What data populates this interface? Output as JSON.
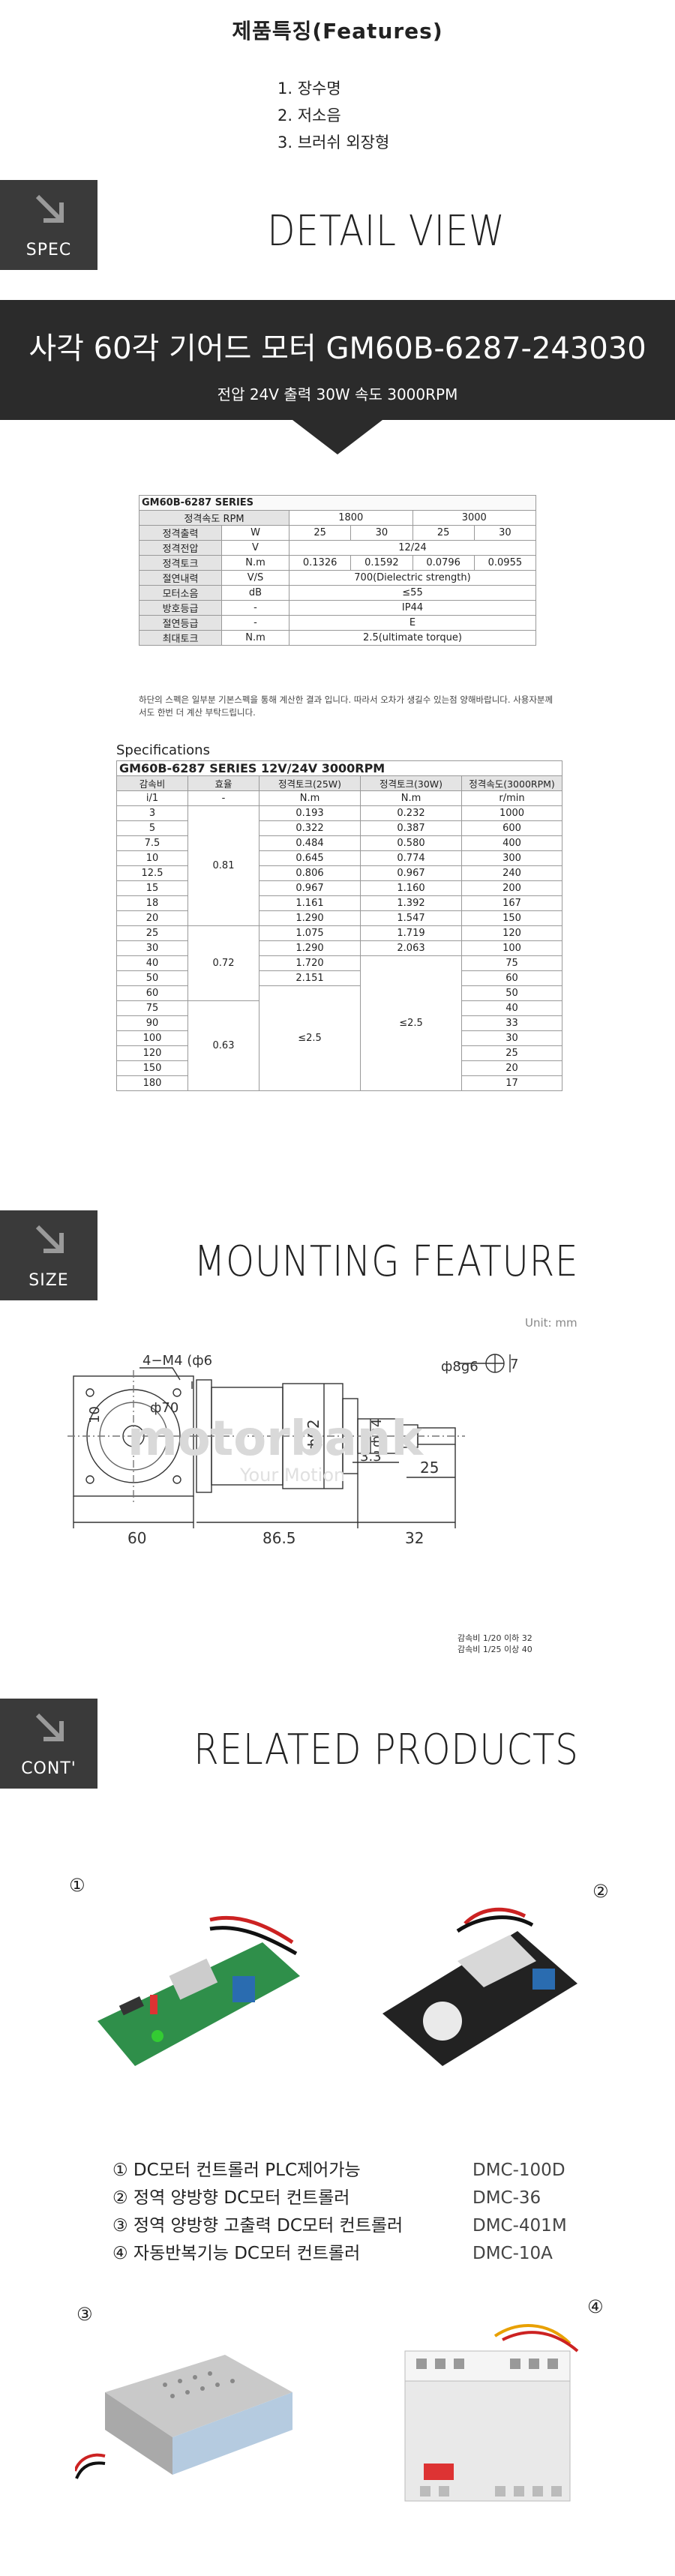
{
  "features": {
    "title": "제품특징(Features)",
    "items": [
      "1. 장수명",
      "2. 저소음",
      "3. 브러쉬 외장형"
    ]
  },
  "sections": {
    "spec": {
      "tab": "SPEC",
      "title": "DETAIL VIEW"
    },
    "size": {
      "tab": "SIZE",
      "title": "MOUNTING FEATURE"
    },
    "cont": {
      "tab": "CONT'",
      "title": "RELATED PRODUCTS"
    }
  },
  "banner": {
    "title": "사각 60각 기어드 모터 GM60B-6287-243030",
    "subtitle": "전압 24V  출력 30W  속도 3000RPM"
  },
  "spec_table": {
    "series": "GM60B-6287 SERIES",
    "rated_speed_label": "정격속도 RPM",
    "speed_groups": [
      "1800",
      "3000"
    ],
    "rows": [
      {
        "label": "정격출력",
        "unit": "W",
        "values": [
          "25",
          "30",
          "25",
          "30"
        ]
      },
      {
        "label": "정격전압",
        "unit": "V",
        "span": "12/24"
      },
      {
        "label": "정격토크",
        "unit": "N.m",
        "values": [
          "0.1326",
          "0.1592",
          "0.0796",
          "0.0955"
        ]
      },
      {
        "label": "절연내력",
        "unit": "V/S",
        "span": "700(Dielectric strength)"
      },
      {
        "label": "모터소음",
        "unit": "dB",
        "span": "≤55"
      },
      {
        "label": "방호등급",
        "unit": "-",
        "span": "IP44"
      },
      {
        "label": "절연등급",
        "unit": "-",
        "span": "E"
      },
      {
        "label": "최대토크",
        "unit": "N.m",
        "span": "2.5(ultimate torque)"
      }
    ],
    "note": "하단의 스펙은 일부분 기본스펙을 통해 계산한 결과 입니다. 따라서 오차가 생길수 있는점 양해바랍니다. 사용자분께서도 한번 더 계산 부탁드립니다."
  },
  "spec_table2": {
    "heading": "Specifications",
    "series": "GM60B-6287 SERIES 12V/24V 3000RPM",
    "headers": [
      "감속비",
      "효율",
      "정격토크(25W)",
      "정격토크(30W)",
      "정격속도(3000RPM)"
    ],
    "units": [
      "i/1",
      "-",
      "N.m",
      "N.m",
      "r/min"
    ],
    "ratios": [
      "3",
      "5",
      "7.5",
      "10",
      "12.5",
      "15",
      "18",
      "20",
      "25",
      "30",
      "40",
      "50",
      "60",
      "75",
      "90",
      "100",
      "120",
      "150",
      "180"
    ],
    "efficiency_groups": [
      {
        "value": "0.81",
        "rows": 8
      },
      {
        "value": "0.72",
        "rows": 5
      },
      {
        "value": "0.63",
        "rows": 6
      }
    ],
    "torque25": [
      "0.193",
      "0.322",
      "0.484",
      "0.645",
      "0.806",
      "0.967",
      "1.161",
      "1.290",
      "1.075",
      "1.290",
      "1.720",
      "2.151"
    ],
    "torque25_rest": "≤2.5",
    "torque30": [
      "0.232",
      "0.387",
      "0.580",
      "0.774",
      "0.967",
      "1.160",
      "1.392",
      "1.547",
      "1.719",
      "2.063"
    ],
    "torque30_rest": "≤2.5",
    "speeds": [
      "1000",
      "600",
      "400",
      "300",
      "240",
      "200",
      "167",
      "150",
      "120",
      "100",
      "75",
      "60",
      "50",
      "40",
      "33",
      "30",
      "25",
      "20",
      "17"
    ]
  },
  "drawing": {
    "unit": "Unit: mm",
    "labels": {
      "holes": "4−M4 (ф6",
      "d70": "ф70",
      "d62": "ф62",
      "d24": "ф24",
      "d8": "ф8g6",
      "len60": "60",
      "len86": "86.5",
      "len32": "32",
      "len25": "25",
      "len33": "3.3",
      "len7": "7",
      "len10": "10"
    },
    "watermark": "motorbank",
    "watermark_sub": "Your Motion",
    "notes": [
      "감속비 1/20 이하 32",
      "감속비 1/25 이상 40"
    ]
  },
  "related": {
    "markers": [
      "①",
      "②",
      "③",
      "④"
    ],
    "items": [
      {
        "name": "① DC모터 컨트롤러 PLC제어가능",
        "code": "DMC-100D"
      },
      {
        "name": "② 정역 양방향 DC모터 컨트롤러",
        "code": "DMC-36"
      },
      {
        "name": "③ 정역 양방향 고출력 DC모터 컨트롤러",
        "code": "DMC-401M"
      },
      {
        "name": "④ 자동반복기능 DC모터 컨트롤러",
        "code": "DMC-10A"
      }
    ]
  }
}
